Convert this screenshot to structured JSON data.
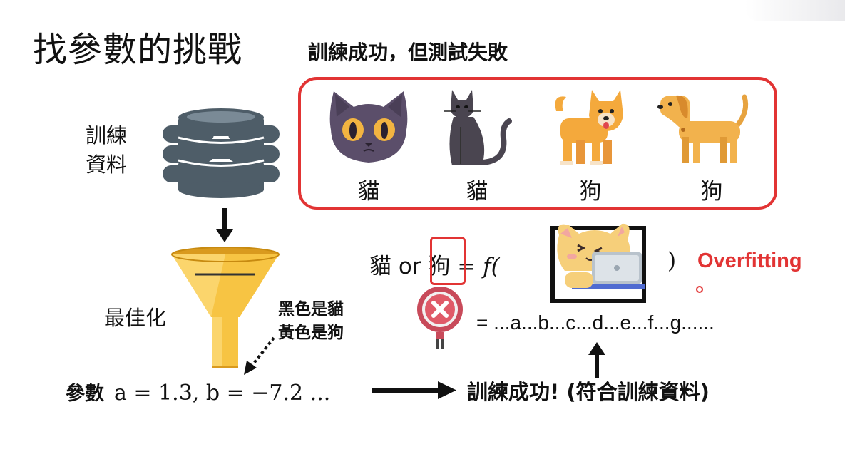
{
  "title": "找參數的挑戰",
  "subtitle": "訓練成功，但測試失敗",
  "training_data": {
    "label_line1": "訓練",
    "label_line2": "資料"
  },
  "animals": [
    {
      "label": "貓",
      "icon": "cat-face-icon"
    },
    {
      "label": "貓",
      "icon": "sitting-cat-icon"
    },
    {
      "label": "狗",
      "icon": "standing-dog-icon"
    },
    {
      "label": "狗",
      "icon": "side-dog-icon"
    }
  ],
  "optimization": {
    "label": "最佳化"
  },
  "learned_rule": {
    "line1": "黑色是貓",
    "line2": "黃色是狗"
  },
  "parameters": {
    "label": "參數",
    "expression": "a = 1.3, b = −7.2 ..."
  },
  "result": {
    "text": "訓練成功! (符合訓練資料)"
  },
  "function_eq": {
    "cat": "貓",
    "or": "or",
    "dog": "狗",
    "fx": "= f(",
    "close": ")"
  },
  "overfitting": {
    "label": "Overfitting"
  },
  "param_sequence": {
    "text": "= ...a...b...c...d...e...f...g......"
  },
  "colors": {
    "accent_red": "#e23434",
    "funnel_yellow": "#f7c443",
    "db_gray": "#4e5d68"
  }
}
